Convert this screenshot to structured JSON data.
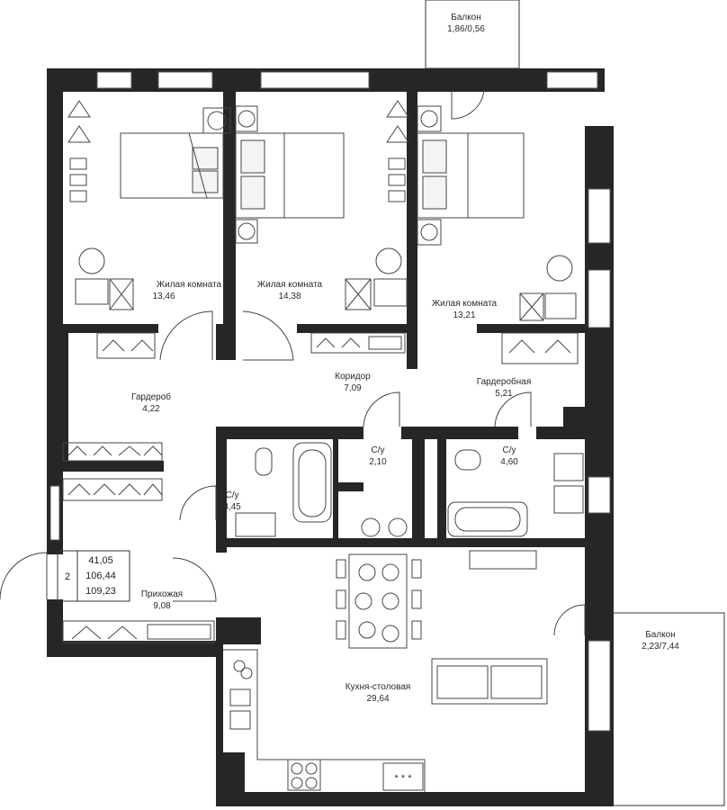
{
  "colors": {
    "wall": "#262626",
    "line": "#444444",
    "background": "#ffffff"
  },
  "rooms": [
    {
      "id": "living-room-1",
      "name": "Жилая комната",
      "area": "13,46"
    },
    {
      "id": "living-room-2",
      "name": "Жилая комната",
      "area": "14,38"
    },
    {
      "id": "living-room-3",
      "name": "Жилая комната",
      "area": "13,21"
    },
    {
      "id": "wardrobe-left",
      "name": "Гардероб",
      "area": "4,22"
    },
    {
      "id": "corridor",
      "name": "Коридор",
      "area": "7,09"
    },
    {
      "id": "dressing-room",
      "name": "Гардеробная",
      "area": "5,21"
    },
    {
      "id": "bathroom-1",
      "name": "С/у",
      "area": "2,10"
    },
    {
      "id": "bathroom-2",
      "name": "С/у",
      "area": "4,60"
    },
    {
      "id": "bathroom-3",
      "name": "С/у",
      "area": "3,45"
    },
    {
      "id": "hallway",
      "name": "Прихожая",
      "area": "9,08"
    },
    {
      "id": "kitchen-dining",
      "name": "Кухня-столовая",
      "area": "29,64"
    },
    {
      "id": "balcony-top",
      "name": "Балкон",
      "area": "1,86/0,56"
    },
    {
      "id": "balcony-right",
      "name": "Балкон",
      "area": "2,23/7,44"
    }
  ],
  "summary": {
    "room_count": "2",
    "living_area": "41,05",
    "total_area": "106,44",
    "total_with_balconies": "109,23"
  }
}
